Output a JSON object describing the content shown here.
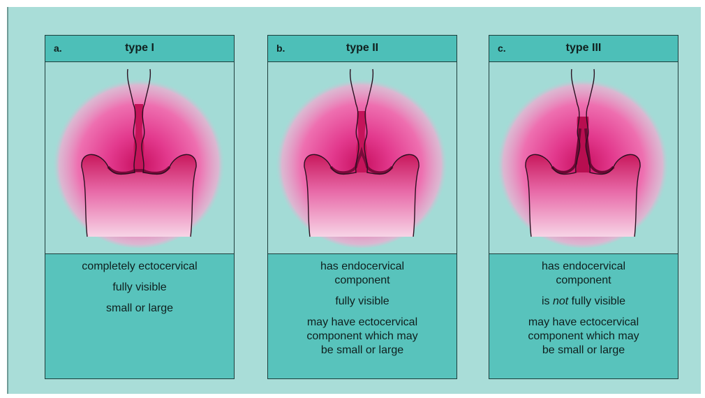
{
  "colors": {
    "background": "#a9ddd8",
    "header": "#4dbfb8",
    "description": "#58c3bc",
    "glow": "#e8489a",
    "tissue": "#c8185c"
  },
  "panels": [
    {
      "letter": "a.",
      "type": "type I",
      "lines": [
        "completely ectocervical",
        "fully visible",
        "small or large"
      ]
    },
    {
      "letter": "b.",
      "type": "type II",
      "lines": [
        "has endocervical\ncomponent",
        "fully visible",
        "may have ectocervical\ncomponent which may\nbe small or large"
      ]
    },
    {
      "letter": "c.",
      "type": "type III",
      "line1": "has endocervical\ncomponent",
      "line2_pre": "is ",
      "line2_em": "not",
      "line2_post": " fully visible",
      "line3": "may have ectocervical\ncomponent which may\nbe small or large"
    }
  ]
}
